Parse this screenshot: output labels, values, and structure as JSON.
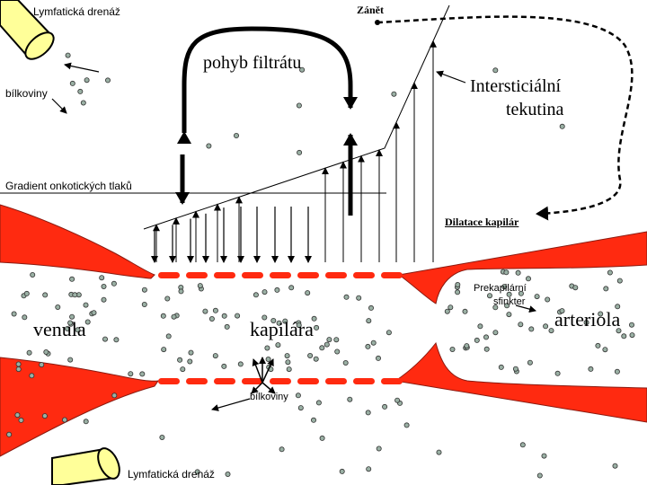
{
  "labels": {
    "lymph_top": "Lymfatická drenáž",
    "inflammation": "Zánět",
    "filtrate_movement": "pohyb filtrátu",
    "interstitial_fluid_line1": "Intersticiální",
    "interstitial_fluid_line2": "tekutina",
    "proteins_left": "bílkoviny",
    "oncotic_gradient": "Gradient onkotických tlaků",
    "capillary_dilation": "Dilatace kapilár",
    "precapillary_sphincter_line1": "Prekapilární",
    "precapillary_sphincter_line2": "sfinkter",
    "venule": "venula",
    "capillary": "kapilára",
    "arteriole": "arteriola",
    "proteins_bottom": "bílkoviny",
    "lymph_bottom": "Lymfatická drenáž"
  },
  "colors": {
    "vessel_wall": "#ff2a10",
    "lymph_vessel": "#ffff99",
    "particle": "#9ab0a4",
    "arrow": "#000000"
  }
}
